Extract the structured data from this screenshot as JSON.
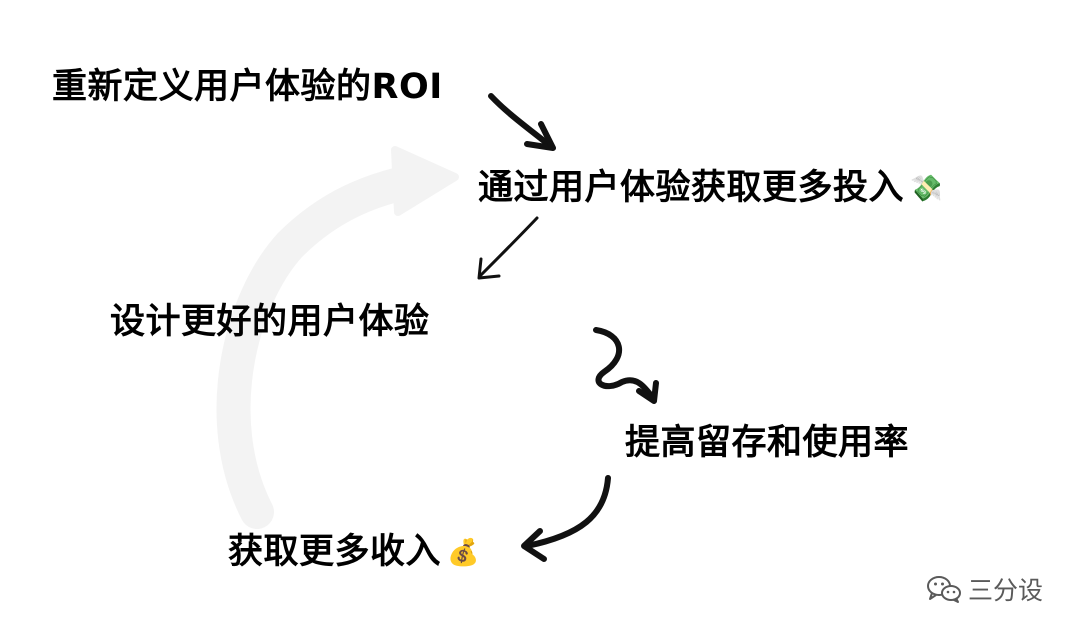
{
  "nodes": [
    {
      "text": "重新定义用户体验的ROI",
      "emoji": ""
    },
    {
      "text": "通过用户体验获取更多投入",
      "emoji": "💸"
    },
    {
      "text": "设计更好的用户体验",
      "emoji": ""
    },
    {
      "text": "提高留存和使用率",
      "emoji": ""
    },
    {
      "text": "获取更多收入",
      "emoji": "💰"
    }
  ],
  "watermark": {
    "text": "三分设",
    "icon": "wechat-icon"
  },
  "colors": {
    "text": "#000000",
    "arrow": "#111111",
    "cycle_arrow": "#f3f3f3",
    "watermark": "#5a5a5a"
  }
}
